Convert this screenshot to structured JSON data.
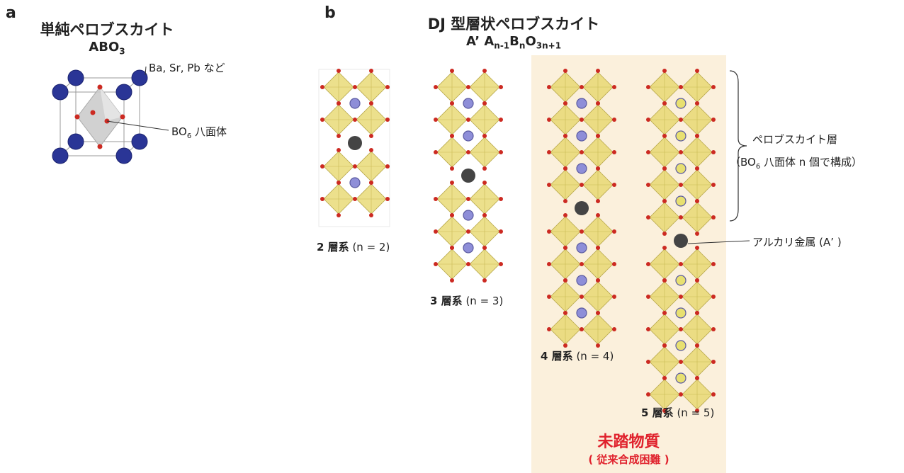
{
  "panel_a": {
    "letter": "a",
    "title": "単純ペロブスカイト",
    "formula": {
      "base": "ABO",
      "sub": "3"
    },
    "label_a_site": "Ba, Sr, Pb など",
    "label_octahedron": {
      "pre": "BO",
      "sub": "6",
      "post": " 八面体"
    }
  },
  "panel_b": {
    "letter": "b",
    "title": "DJ 型層状ペロブスカイト",
    "formula": {
      "p1": "A’ A",
      "s1": "n-1",
      "p2": "B",
      "s2": "n",
      "p3": "O",
      "s3": "3n+1"
    },
    "structures": [
      {
        "n": 2,
        "name": "2 層系",
        "eq": "(n = 2)"
      },
      {
        "n": 3,
        "name": "3 層系",
        "eq": "(n = 3)"
      },
      {
        "n": 4,
        "name": "4 層系",
        "eq": "(n = 4)"
      },
      {
        "n": 5,
        "name": "5 層系",
        "eq": "(n = 5)"
      }
    ],
    "label_perovskite_layer": "ペロブスカイト層",
    "label_layer_detail": {
      "pre": "（BO",
      "sub": "6",
      "post": " 八面体 n 個で構成）"
    },
    "label_alkali": "アルカリ金属 (A’ )",
    "unexplored_title": "未踏物質",
    "unexplored_subtitle": "( 従来合成困難 )"
  },
  "colors": {
    "octahedron": "#e6d565",
    "oxygen": "#cc2a22",
    "a_site": "#8e8ed8",
    "a_site_yellow": "#e8e070",
    "alkali": "#444444",
    "cube_atom": "#2a3596",
    "highlight_bg": "#fbf0dc",
    "accent_red": "#e0222d"
  }
}
